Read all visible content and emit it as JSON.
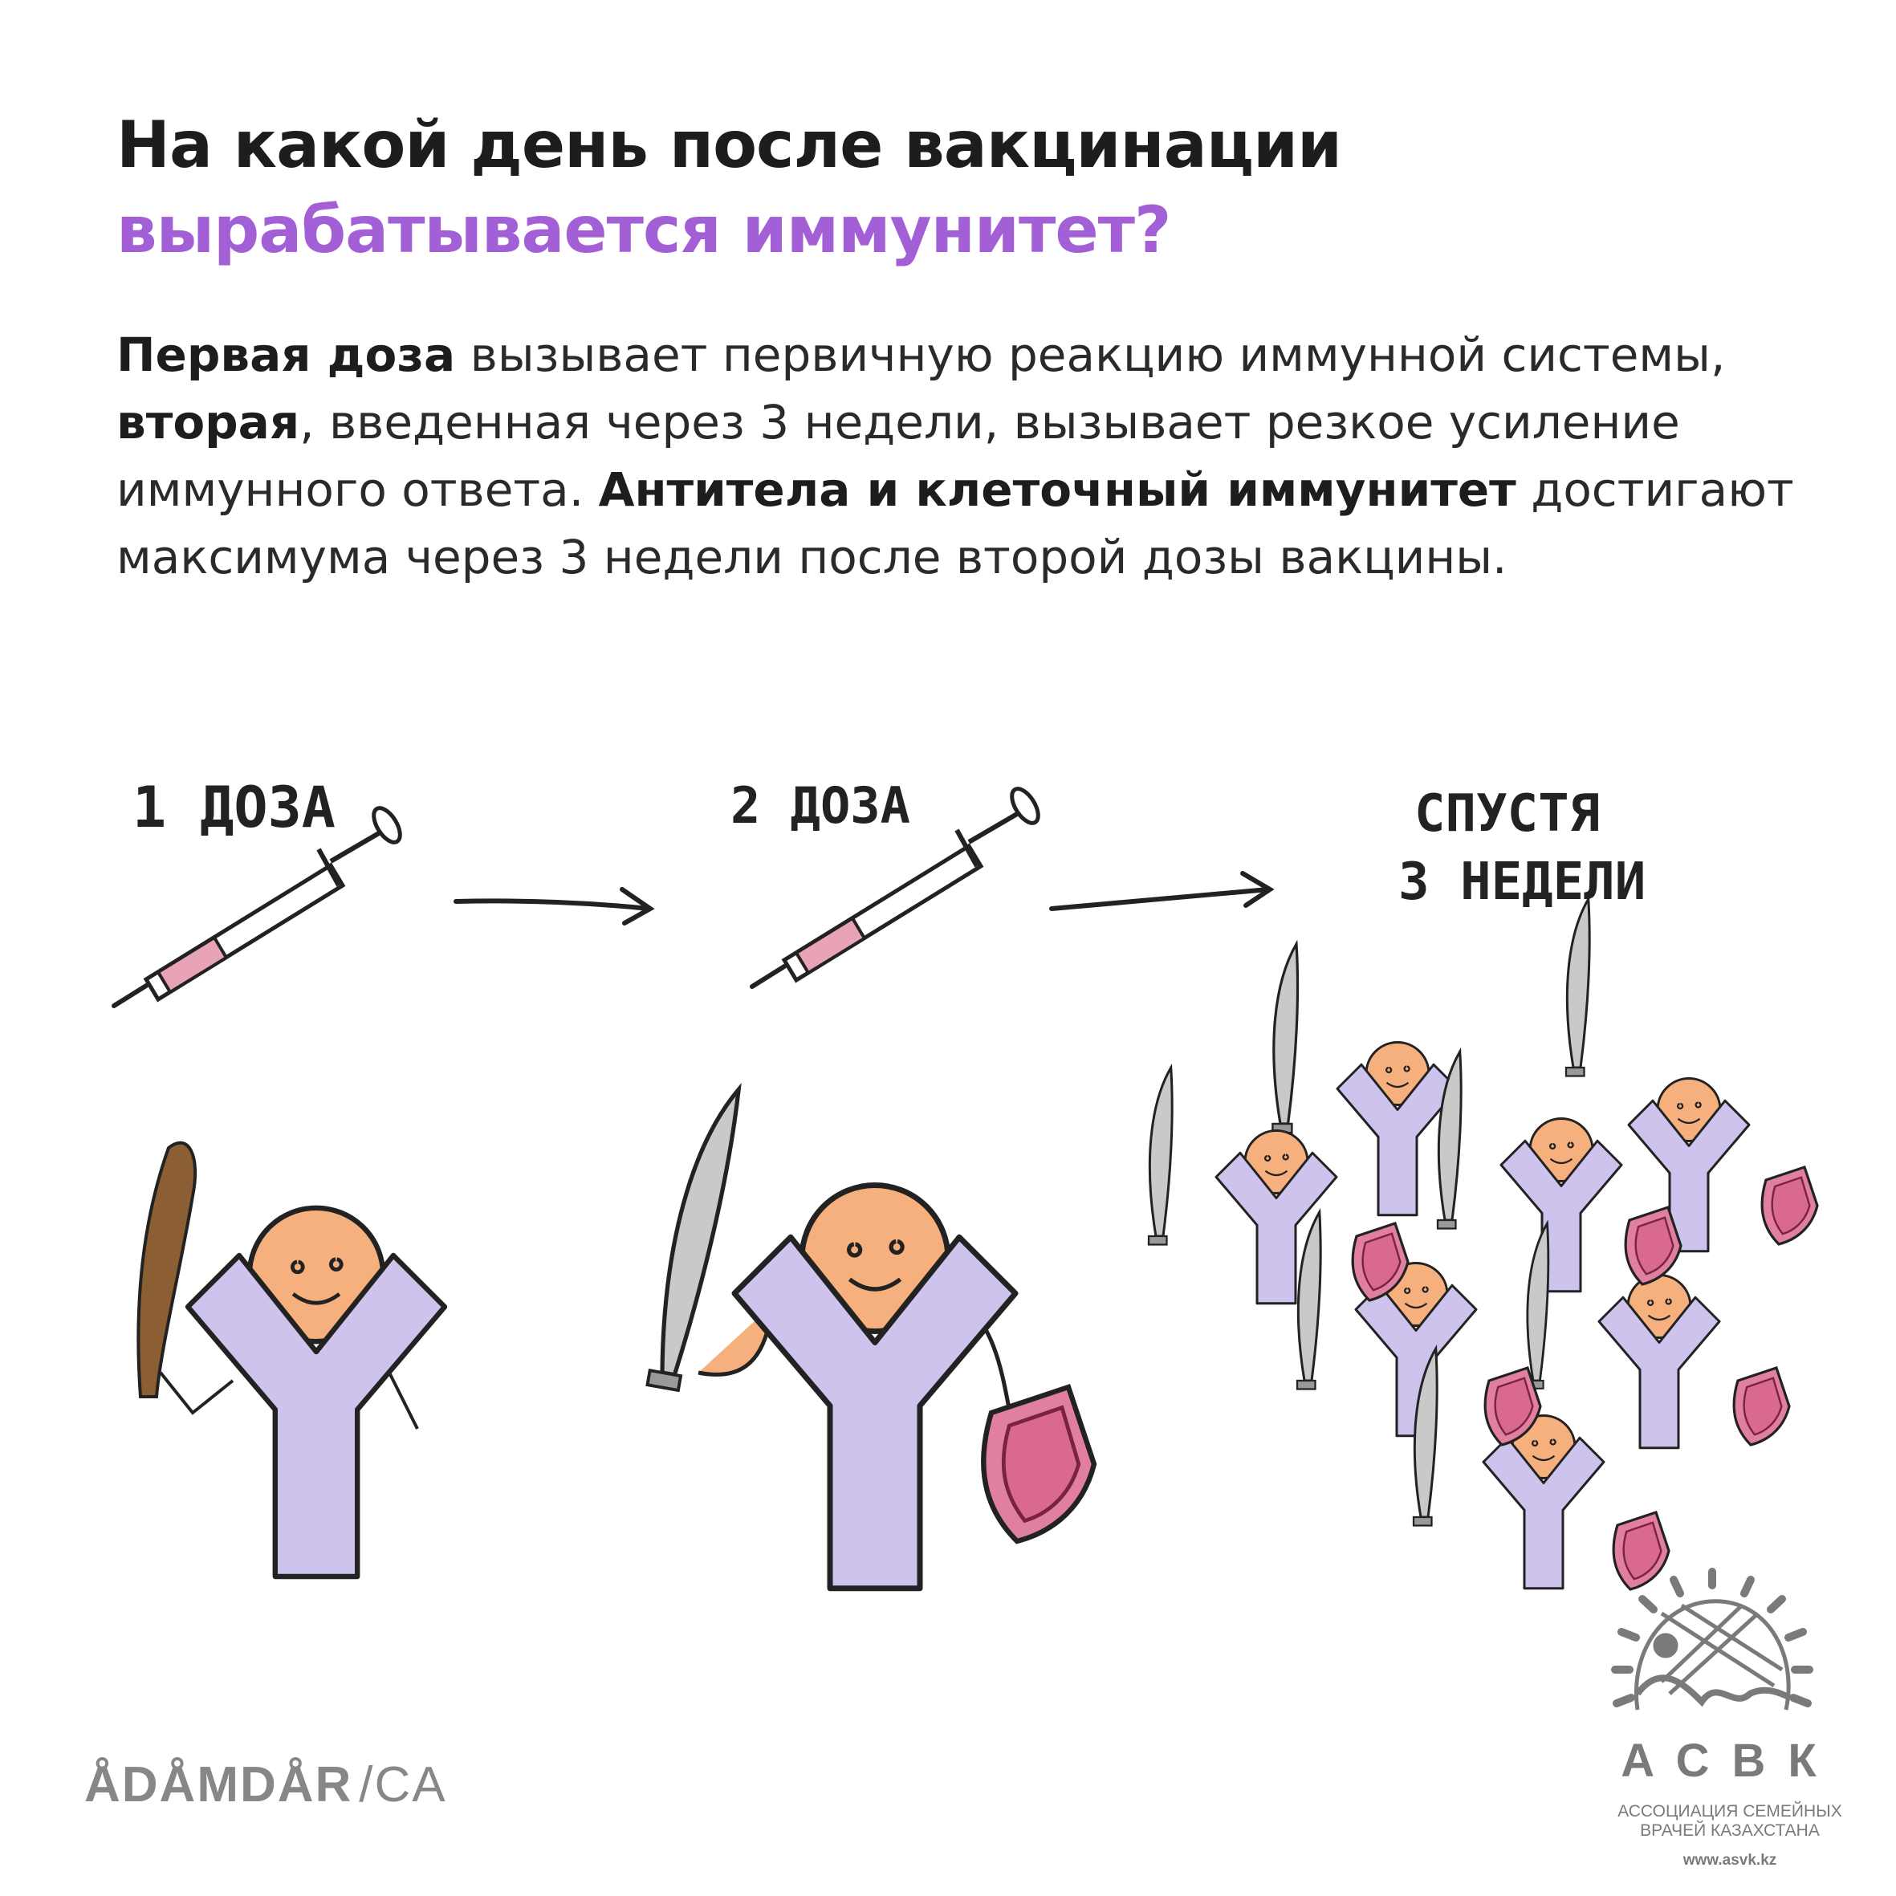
{
  "title": {
    "line1": "На какой день после вакцинации",
    "line2": "вырабатывается иммунитет?"
  },
  "body": {
    "p1_bold": "Первая доза",
    "p1": " вызывает первичную реакцию иммунной системы, ",
    "p2_bold": "вторая",
    "p2": ", введенная через 3 недели, вызывает резкое усиление иммунного ответа. ",
    "p3_bold": "Антитела и клеточный иммунитет",
    "p3": " достигают максимума через 3 недели после второй дозы вакцины."
  },
  "illustration": {
    "label_dose1": "1 ДОЗА",
    "label_dose2": "2 ДОЗА",
    "label_after_line1": "СПУСТЯ",
    "label_after_line2": "3 НЕДЕЛИ"
  },
  "footer": {
    "adamdar_logo": "ÅDÅMDÅR",
    "adamdar_suffix": "/CA",
    "asvk_abbr": "АСВК",
    "asvk_full_line1": "АССОЦИАЦИЯ СЕМЕЙНЫХ",
    "asvk_full_line2": "ВРАЧЕЙ КАЗАХСТАНА",
    "asvk_url": "www.asvk.kz"
  },
  "colors": {
    "title_dark": "#1d1d1d",
    "title_accent": "#a25fd6",
    "antibody": "#cdc3ec",
    "skin": "#f5b07d",
    "shield": "#e07fa0",
    "sword": "#c9c9c9",
    "logo_gray": "#878787"
  }
}
